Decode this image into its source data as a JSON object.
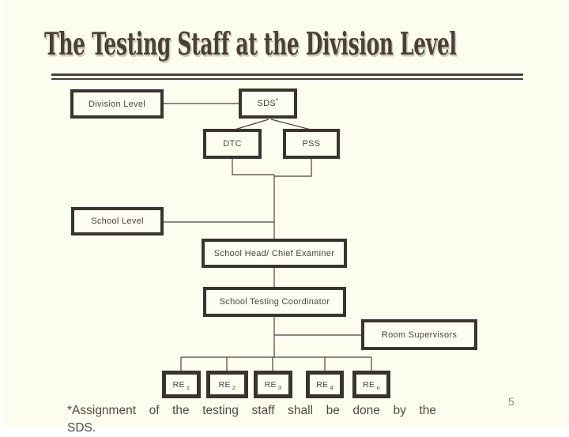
{
  "slide": {
    "title": "The Testing Staff at the Division Level",
    "page_number": "5",
    "footnote": {
      "line1": "*Assignment of the testing staff shall be done by the",
      "line2": "SDS."
    },
    "colors": {
      "background": "#FDFDEF",
      "ink": "#39342C",
      "connector": "#4A4439",
      "title_text": "#4B4036",
      "title_shadow": "#CFC9BB",
      "footnote_text": "#4E4A43",
      "page_number": "#8C8C80"
    }
  },
  "org_chart": {
    "nodes": [
      {
        "id": "division-level",
        "label": "Division Level"
      },
      {
        "id": "sds",
        "label": "SDS",
        "sup": "*"
      },
      {
        "id": "dtc",
        "label": "DTC"
      },
      {
        "id": "pss",
        "label": "PSS"
      },
      {
        "id": "school-level",
        "label": "School Level"
      },
      {
        "id": "school-head",
        "label": "School Head/ Chief Examiner"
      },
      {
        "id": "school-testing-coordinator",
        "label": "School Testing Coordinator"
      },
      {
        "id": "room-supervisors",
        "label": "Room Supervisors"
      },
      {
        "id": "re-1",
        "label": "RE",
        "sub": "1"
      },
      {
        "id": "re-2",
        "label": "RE",
        "sub": "2"
      },
      {
        "id": "re-3",
        "label": "RE",
        "sub": "3"
      },
      {
        "id": "re-4",
        "label": "RE",
        "sub": "4"
      },
      {
        "id": "re-n",
        "label": "RE",
        "sub": "n"
      }
    ],
    "edges": [
      "division-level — sds",
      "sds — dtc",
      "sds — pss",
      "dtc — school-head",
      "pss — school-head",
      "school-level — school-head",
      "school-head — school-testing-coordinator",
      "school-testing-coordinator — room-supervisors",
      "school-testing-coordinator — re-1",
      "school-testing-coordinator — re-2",
      "school-testing-coordinator — re-3",
      "school-testing-coordinator — re-4",
      "school-testing-coordinator — re-n"
    ]
  }
}
